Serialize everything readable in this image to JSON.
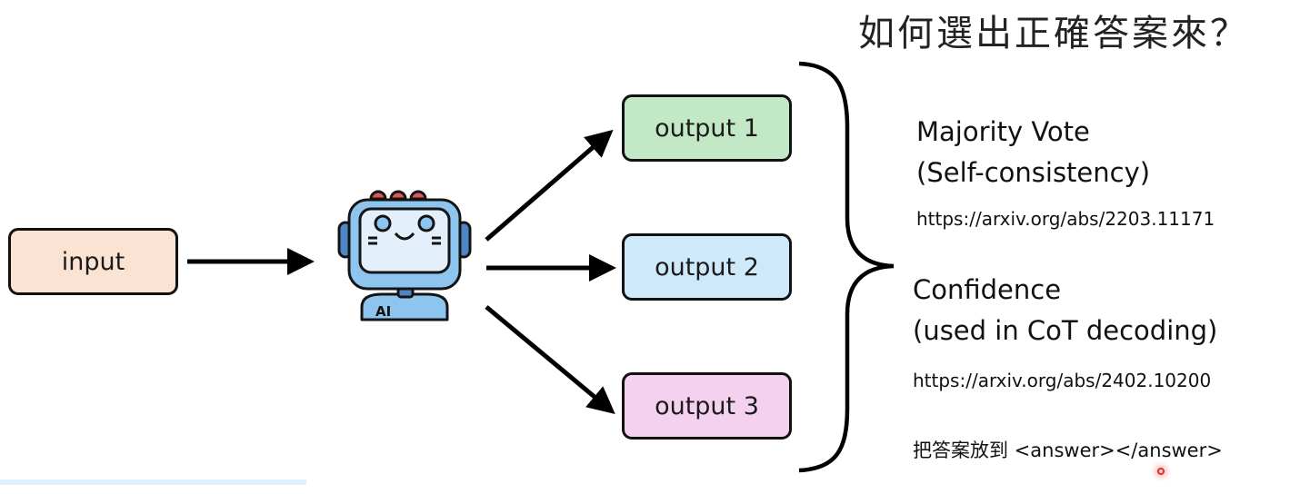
{
  "title": "如何選出正確答案來？",
  "diagram": {
    "input": {
      "label": "input",
      "color": "#fbe3d4"
    },
    "model": {
      "icon": "ai-robot-icon",
      "badge": "AI"
    },
    "outputs": [
      {
        "label": "output 1",
        "color": "#c3e8c6"
      },
      {
        "label": "output 2",
        "color": "#cde9fa"
      },
      {
        "label": "output 3",
        "color": "#f4d1ee"
      }
    ]
  },
  "methods": [
    {
      "name": "Majority Vote",
      "detail": "(Self-consistency)",
      "link": "https://arxiv.org/abs/2203.11171"
    },
    {
      "name": "Confidence",
      "detail": "(used in CoT decoding)",
      "link": "https://arxiv.org/abs/2402.10200"
    }
  ],
  "note": "把答案放到 <answer></answer>"
}
